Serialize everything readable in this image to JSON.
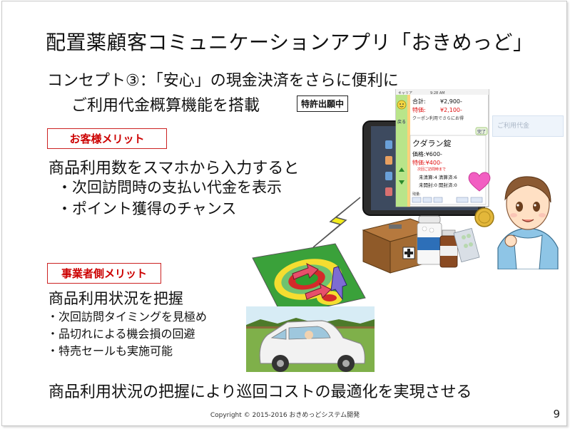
{
  "slide": {
    "title": "配置薬顧客コミュニケーションアプリ「おきめっど」",
    "concept": "コンセプト③：「安心」の現金決済をさらに便利に",
    "feature": "ご利用代金概算機能を搭載",
    "patent_badge": "特許出願中",
    "customer": {
      "tag": "お客様メリット",
      "lead": "商品利用数をスマホから入力すると",
      "items": [
        "・次回訪問時の支払い代金を表示",
        "・ポイント獲得のチャンス"
      ]
    },
    "business": {
      "tag": "事業者側メリット",
      "lead": "商品利用状況を把握",
      "items": [
        "・次回訪問タイミングを見極め",
        "・品切れによる機会損の回避",
        "・特売セールも実施可能"
      ]
    },
    "summary": "商品利用状況の把握により巡回コストの最適化を実現させる",
    "copyright": "Copyright © 2015-2016 おきめっどシステム開発",
    "page_number": "9"
  },
  "phone": {
    "carrier": "キャリア",
    "time": "9:28 AM",
    "back_label": "戻る",
    "done_label": "完了",
    "total_label": "合計:",
    "total_value": "¥2,900-",
    "special_label": "特価:",
    "special_value": "¥2,100-",
    "coupon_text": "クーポン利用でさらにお得",
    "product_name": "クダラン錠",
    "price_text": "価格:¥600-",
    "special_price_text": "特価:¥400-",
    "until_next_text": "次回ご訪問時まで",
    "unsettled_text": "未清算:4 清算済:6",
    "unopened_text": "未開封:0 開封済:0",
    "remaining_label": "残量:",
    "bg_text": "ご利用代金"
  },
  "colors": {
    "tag_red": "#cc0000",
    "price_red": "#e01010",
    "phone_green": "#b9e58a",
    "map_red": "#d42a2a",
    "map_green": "#2f9e2f",
    "map_yellow": "#f5dd30"
  }
}
